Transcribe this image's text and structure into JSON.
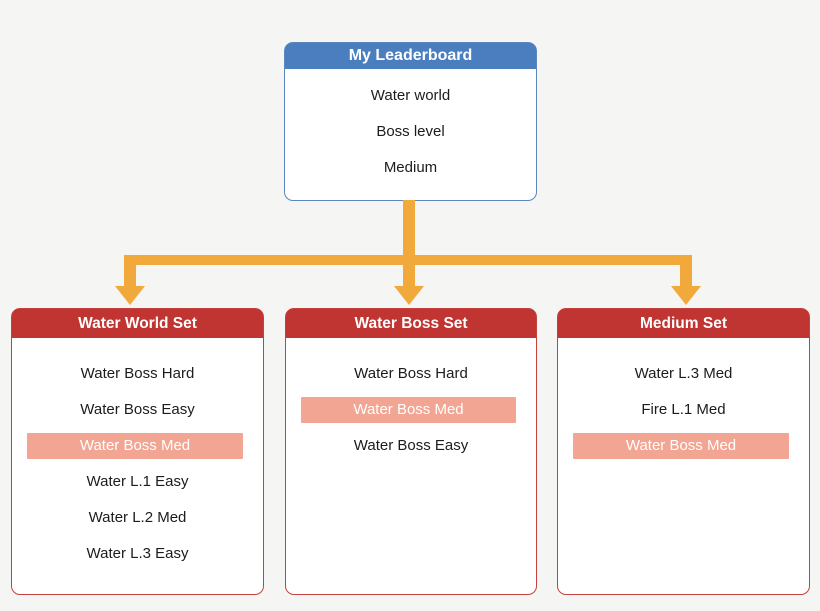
{
  "colors": {
    "bg": "#f5f5f4",
    "blue": "#4a7ebf",
    "blue-border": "#5b87c0",
    "red": "#c03431",
    "red-border": "#c5413e",
    "salmon": "#f2a592",
    "orange": "#f2a93c",
    "text": "#1c1c1c",
    "white": "#ffffff"
  },
  "root": {
    "title": "My Leaderboard",
    "items": [
      "Water world",
      "Boss level",
      "Medium"
    ]
  },
  "sets": [
    {
      "title": "Water World Set",
      "items": [
        {
          "label": "Water Boss Hard",
          "highlighted": false
        },
        {
          "label": "Water Boss Easy",
          "highlighted": false
        },
        {
          "label": "Water Boss Med",
          "highlighted": true
        },
        {
          "label": "Water L.1 Easy",
          "highlighted": false
        },
        {
          "label": "Water L.2 Med",
          "highlighted": false
        },
        {
          "label": "Water L.3 Easy",
          "highlighted": false
        }
      ]
    },
    {
      "title": "Water Boss Set",
      "items": [
        {
          "label": "Water Boss Hard",
          "highlighted": false
        },
        {
          "label": "Water Boss Med",
          "highlighted": true
        },
        {
          "label": "Water Boss Easy",
          "highlighted": false
        }
      ]
    },
    {
      "title": "Medium Set",
      "items": [
        {
          "label": "Water L.3 Med",
          "highlighted": false
        },
        {
          "label": "Fire L.1 Med",
          "highlighted": false
        },
        {
          "label": "Water Boss Med",
          "highlighted": true
        }
      ]
    }
  ]
}
